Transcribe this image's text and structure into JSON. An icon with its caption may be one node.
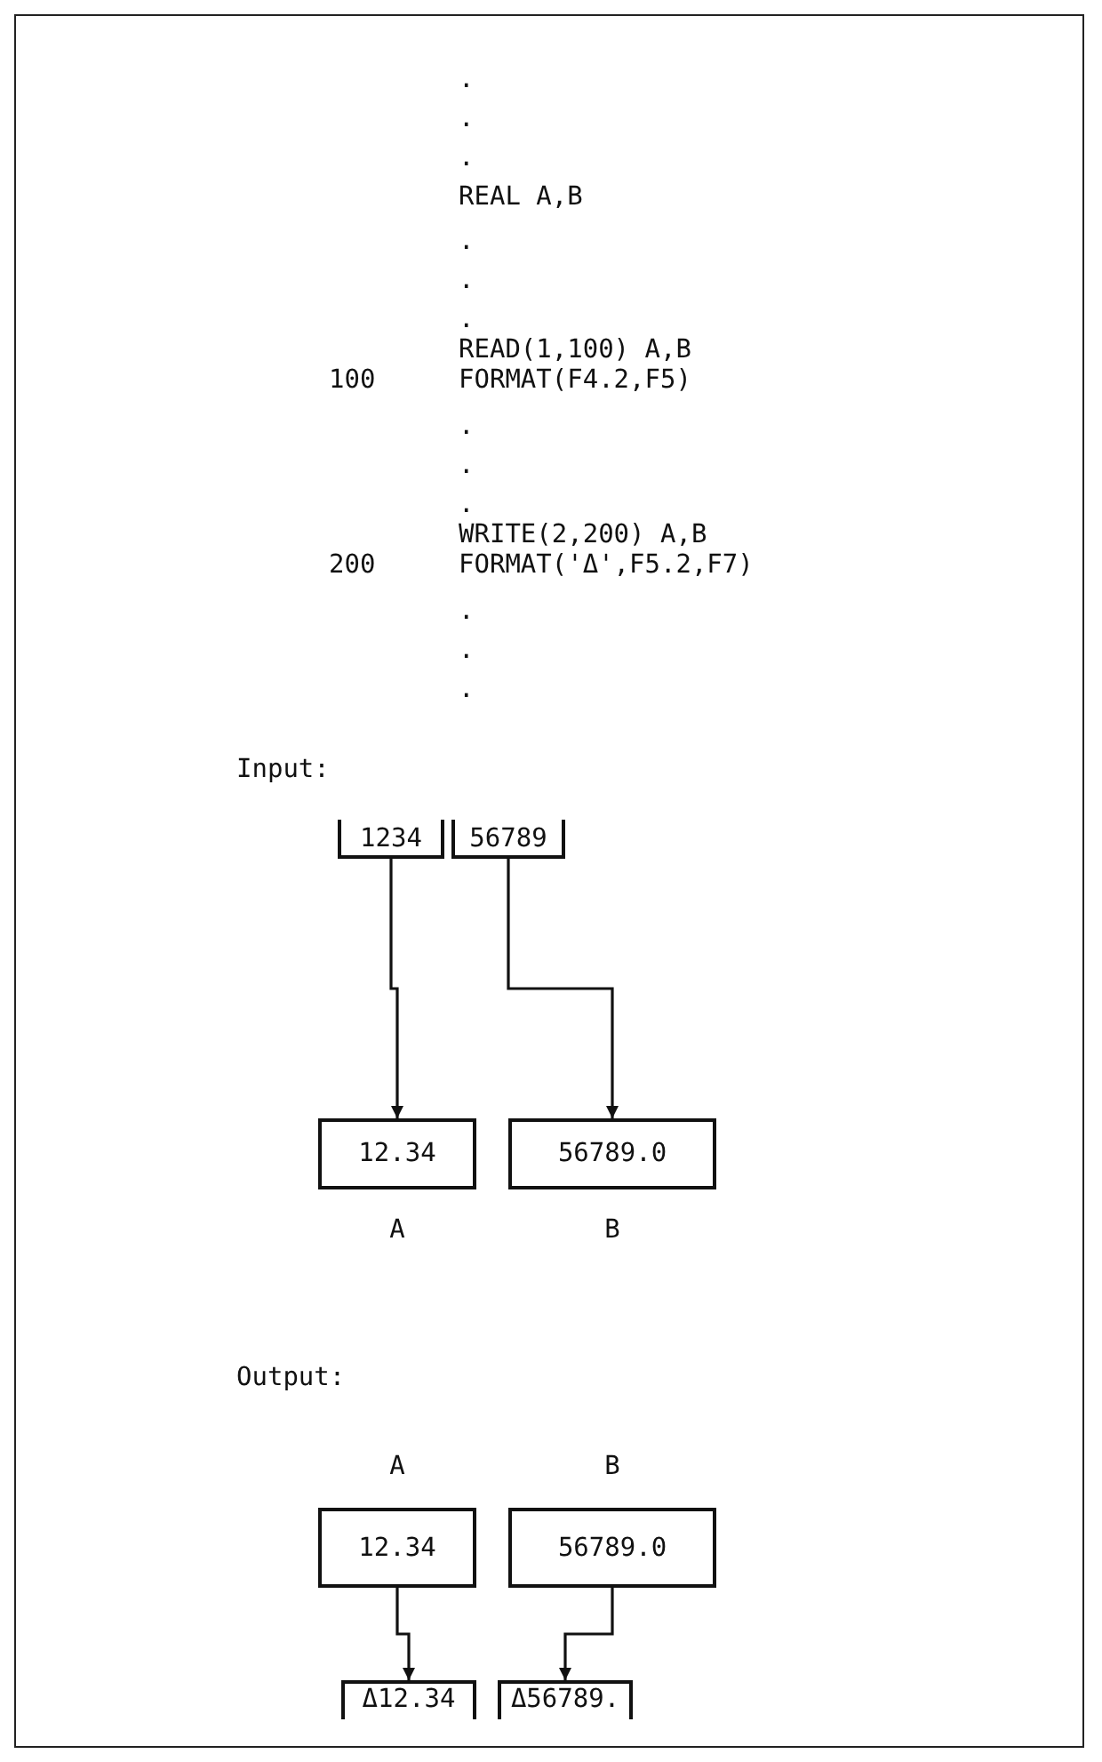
{
  "diagram": {
    "nodes": [
      {
        "text": [
          "1234"
        ]
      },
      {
        "text": [
          "56789"
        ]
      },
      {
        "text": [
          "12.34"
        ],
        "beside": [
          "A"
        ]
      },
      {
        "text": [
          "56789.0"
        ],
        "beside": [
          "B"
        ]
      },
      {
        "text": [
          "12.34"
        ],
        "beside": [
          "A"
        ]
      },
      {
        "text": [
          "56789.0"
        ],
        "beside": [
          "B"
        ]
      },
      {
        "text": [
          "Δ12.34"
        ]
      },
      {
        "text": [
          "Δ56789."
        ]
      }
    ],
    "edges": [
      {
        "from": 0,
        "to": 2,
        "arrow": "to"
      },
      {
        "from": 1,
        "to": 3,
        "arrow": "to"
      },
      {
        "from": 4,
        "to": 6,
        "arrow": "to"
      },
      {
        "from": 5,
        "to": 7,
        "arrow": "to"
      }
    ],
    "labels": [
      ".",
      ".",
      ".",
      "REAL A,B",
      ".",
      ".",
      ".",
      "READ(1,100) A,B",
      "100",
      "FORMAT(F4.2,F5)",
      ".",
      ".",
      ".",
      "WRITE(2,200) A,B",
      "200",
      "FORMAT('Δ',F5.2,F7)",
      ".",
      ".",
      ".",
      "Input:",
      "Output:"
    ]
  }
}
